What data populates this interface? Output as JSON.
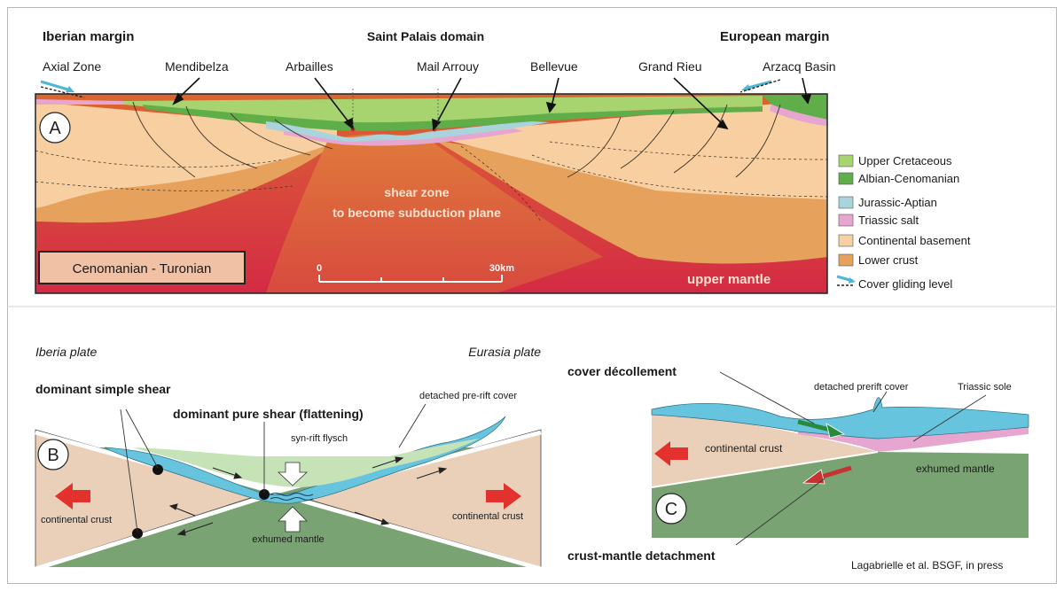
{
  "panel_a": {
    "badge": "A",
    "headers": {
      "iberian": "Iberian margin",
      "saint_palais": "Saint Palais domain",
      "european": "European margin"
    },
    "places": {
      "axial_zone": "Axial Zone",
      "mendibelza": "Mendibelza",
      "arbailles": "Arbailles",
      "mail_arrouy": "Mail Arrouy",
      "bellevue": "Bellevue",
      "grand_rieu": "Grand Rieu",
      "arzacq_basin": "Arzacq Basin"
    },
    "shear_zone_line1": "shear zone",
    "shear_zone_line2": "to become subduction plane",
    "age_box": "Cenomanian - Turonian",
    "scale": {
      "start": "0",
      "end": "30km"
    },
    "upper_mantle": "upper mantle",
    "legend": [
      {
        "label": "Upper Cretaceous",
        "color": "#a8d46f"
      },
      {
        "label": "Albian-Cenomanian",
        "color": "#5fae4a"
      },
      {
        "label": "Jurassic-Aptian",
        "color": "#a9d4dc"
      },
      {
        "label": "Triassic salt",
        "color": "#e6a6cf"
      },
      {
        "label": "Continental basement",
        "color": "#f7cfa0"
      },
      {
        "label": "Lower crust",
        "color": "#e6a15c"
      }
    ],
    "legend_gliding": "Cover gliding level"
  },
  "panel_b": {
    "badge": "B",
    "iberia_plate": "Iberia plate",
    "eurasia_plate": "Eurasia plate",
    "dominant_simple_shear": "dominant simple shear",
    "dominant_pure_shear": "dominant pure shear (flattening)",
    "detached_prerift_cover": "detached pre-rift cover",
    "synrift_flysch": "syn-rift flysch",
    "continental_crust_left": "continental crust",
    "continental_crust_right": "continental crust",
    "exhumed_mantle": "exhumed mantle"
  },
  "panel_c": {
    "badge": "C",
    "cover_decollement": "cover décollement",
    "detached_prerift_cover": "detached prerift cover",
    "triassic_sole": "Triassic sole",
    "continental_crust": "continental crust",
    "exhumed_mantle": "exhumed mantle",
    "crust_mantle_detachment": "crust-mantle detachment"
  },
  "credit": "Lagabrielle et al. BSGF, in press",
  "colors": {
    "mantle": "#d8383a",
    "lower_crust": "#e6a15c",
    "basement": "#f7cfa0",
    "triassic": "#e6a6cf",
    "jurassic": "#a9d4dc",
    "albian": "#5fae4a",
    "upper_cret": "#a8d46f",
    "cover_blue": "#67c4de",
    "exhumed_green": "#7aa373",
    "flysch": "#c5e3b7",
    "crust_b": "#ead0b8",
    "red_arrow": "#e3312d"
  }
}
